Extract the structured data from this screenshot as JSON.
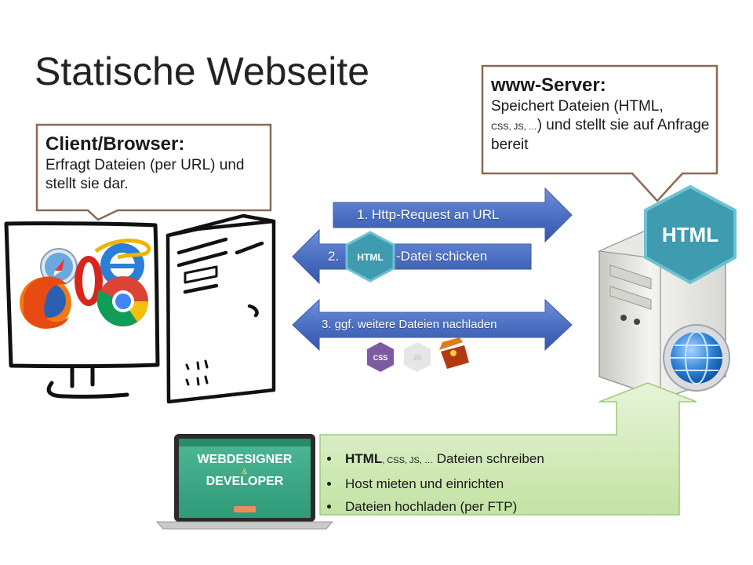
{
  "title": "Statische Webseite",
  "client": {
    "heading": "Client/Browser:",
    "text": "Erfragt Dateien (per URL) und stellt sie dar."
  },
  "server": {
    "heading": "www-Server:",
    "text_a": "Speichert Dateien (HTML,",
    "text_b": "CSS, JS, …",
    "text_c": ") und stellt sie auf Anfrage bereit"
  },
  "arrows": {
    "a1": "1. Http-Request an URL",
    "a2_prefix": "2.",
    "a2_suffix": "-Datei schicken",
    "a3": "3. ggf. weitere Dateien nachladen"
  },
  "badges": {
    "html": "HTML",
    "css": "CSS",
    "js": "JS"
  },
  "laptop": {
    "line1": "WEBDESIGNER",
    "line2": "DEVELOPER",
    "tag": "&"
  },
  "tasks": {
    "item1_bold": "HTML",
    "item1_small": ", CSS, JS, …",
    "item1_rest": " Dateien schreiben",
    "item2": "Host mieten und einrichten",
    "item3": "Dateien hochladen (per FTP)"
  },
  "colors": {
    "arrow_blue": "#4a6fc2",
    "callout_border": "#8b6a55",
    "upload_green": "#cfe9b4",
    "hex_teal": "#3e9bb0",
    "css_purple": "#7e5aa3"
  },
  "icons": [
    "safari-icon",
    "opera-icon",
    "ie-icon",
    "firefox-icon",
    "chrome-icon",
    "globe-icon",
    "html-badge-icon",
    "css-badge-icon",
    "js-badge-icon",
    "treasure-chest-icon"
  ]
}
